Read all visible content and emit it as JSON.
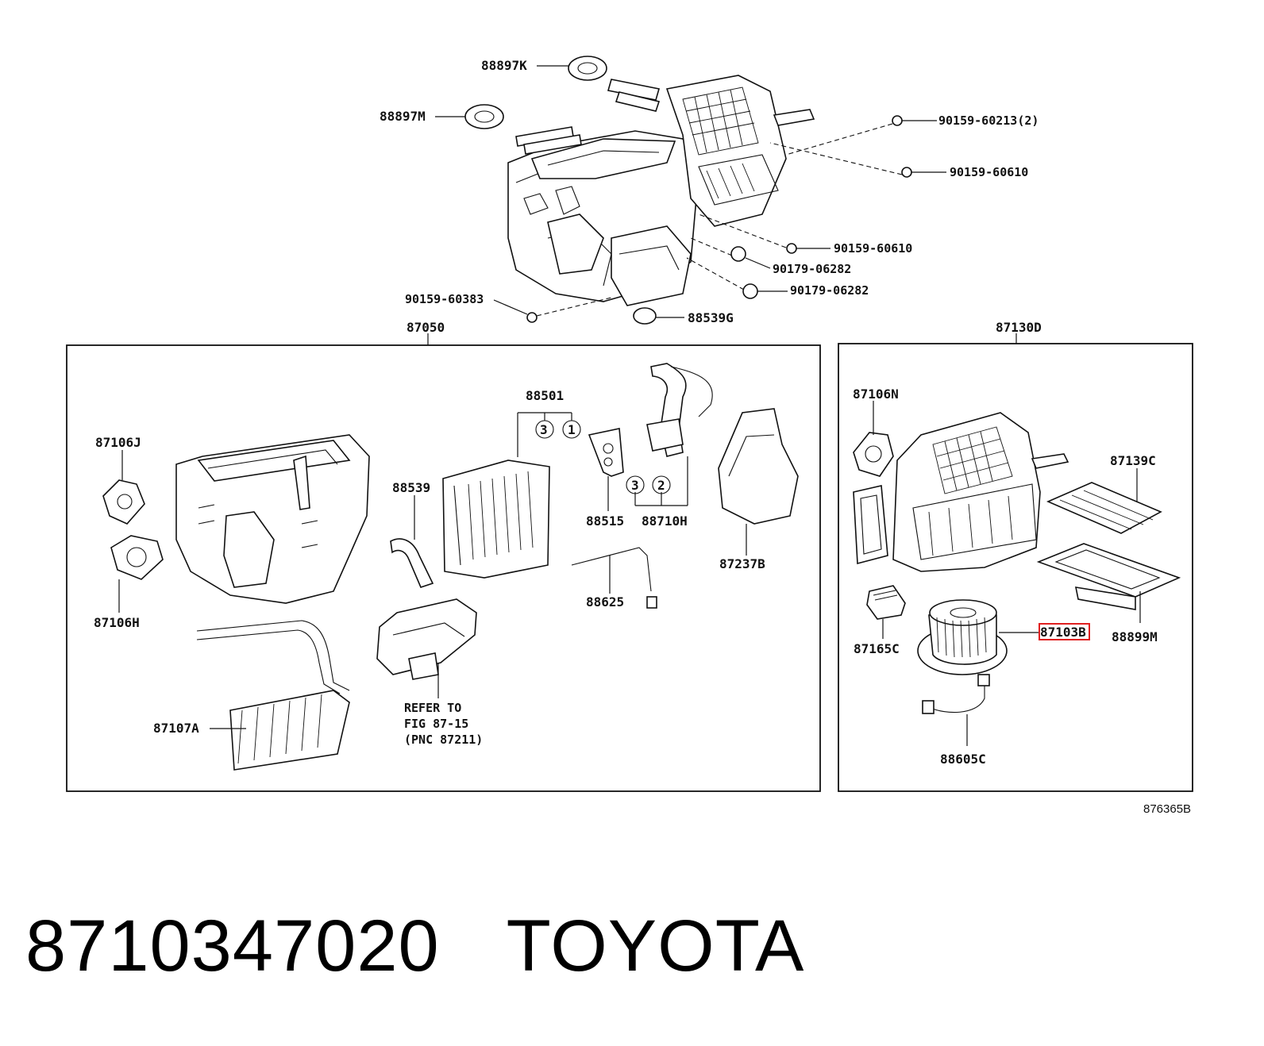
{
  "figure_id": "876365B",
  "caption": {
    "part_number": "8710347020",
    "brand": "TOYOTA"
  },
  "colors": {
    "line": "#111111",
    "highlight": "#e02020",
    "background": "#ffffff"
  },
  "top_assembly": {
    "labels": {
      "88897K": "88897K",
      "88897M": "88897M",
      "90159_60213": "90159-60213(2)",
      "90159_60610_a": "90159-60610",
      "90159_60610_b": "90159-60610",
      "90179_06282_a": "90179-06282",
      "90179_06282_b": "90179-06282",
      "90159_60383": "90159-60383",
      "88539G": "88539G"
    }
  },
  "box_87050": {
    "title": "87050",
    "labels": {
      "87106J": "87106J",
      "87106H": "87106H",
      "88539": "88539",
      "88501": "88501",
      "88515": "88515",
      "88710H": "88710H",
      "87237B": "87237B",
      "88625": "88625",
      "87107A": "87107A",
      "circle_3a": "3",
      "circle_1": "1",
      "circle_3b": "3",
      "circle_2": "2"
    },
    "refer": [
      "REFER TO",
      "FIG 87-15",
      "(PNC 87211)"
    ]
  },
  "box_87130D": {
    "title": "87130D",
    "labels": {
      "87106N": "87106N",
      "87139C": "87139C",
      "87103B": "87103B",
      "88899M": "88899M",
      "87165C": "87165C",
      "88605C": "88605C"
    },
    "highlighted": "87103B"
  }
}
